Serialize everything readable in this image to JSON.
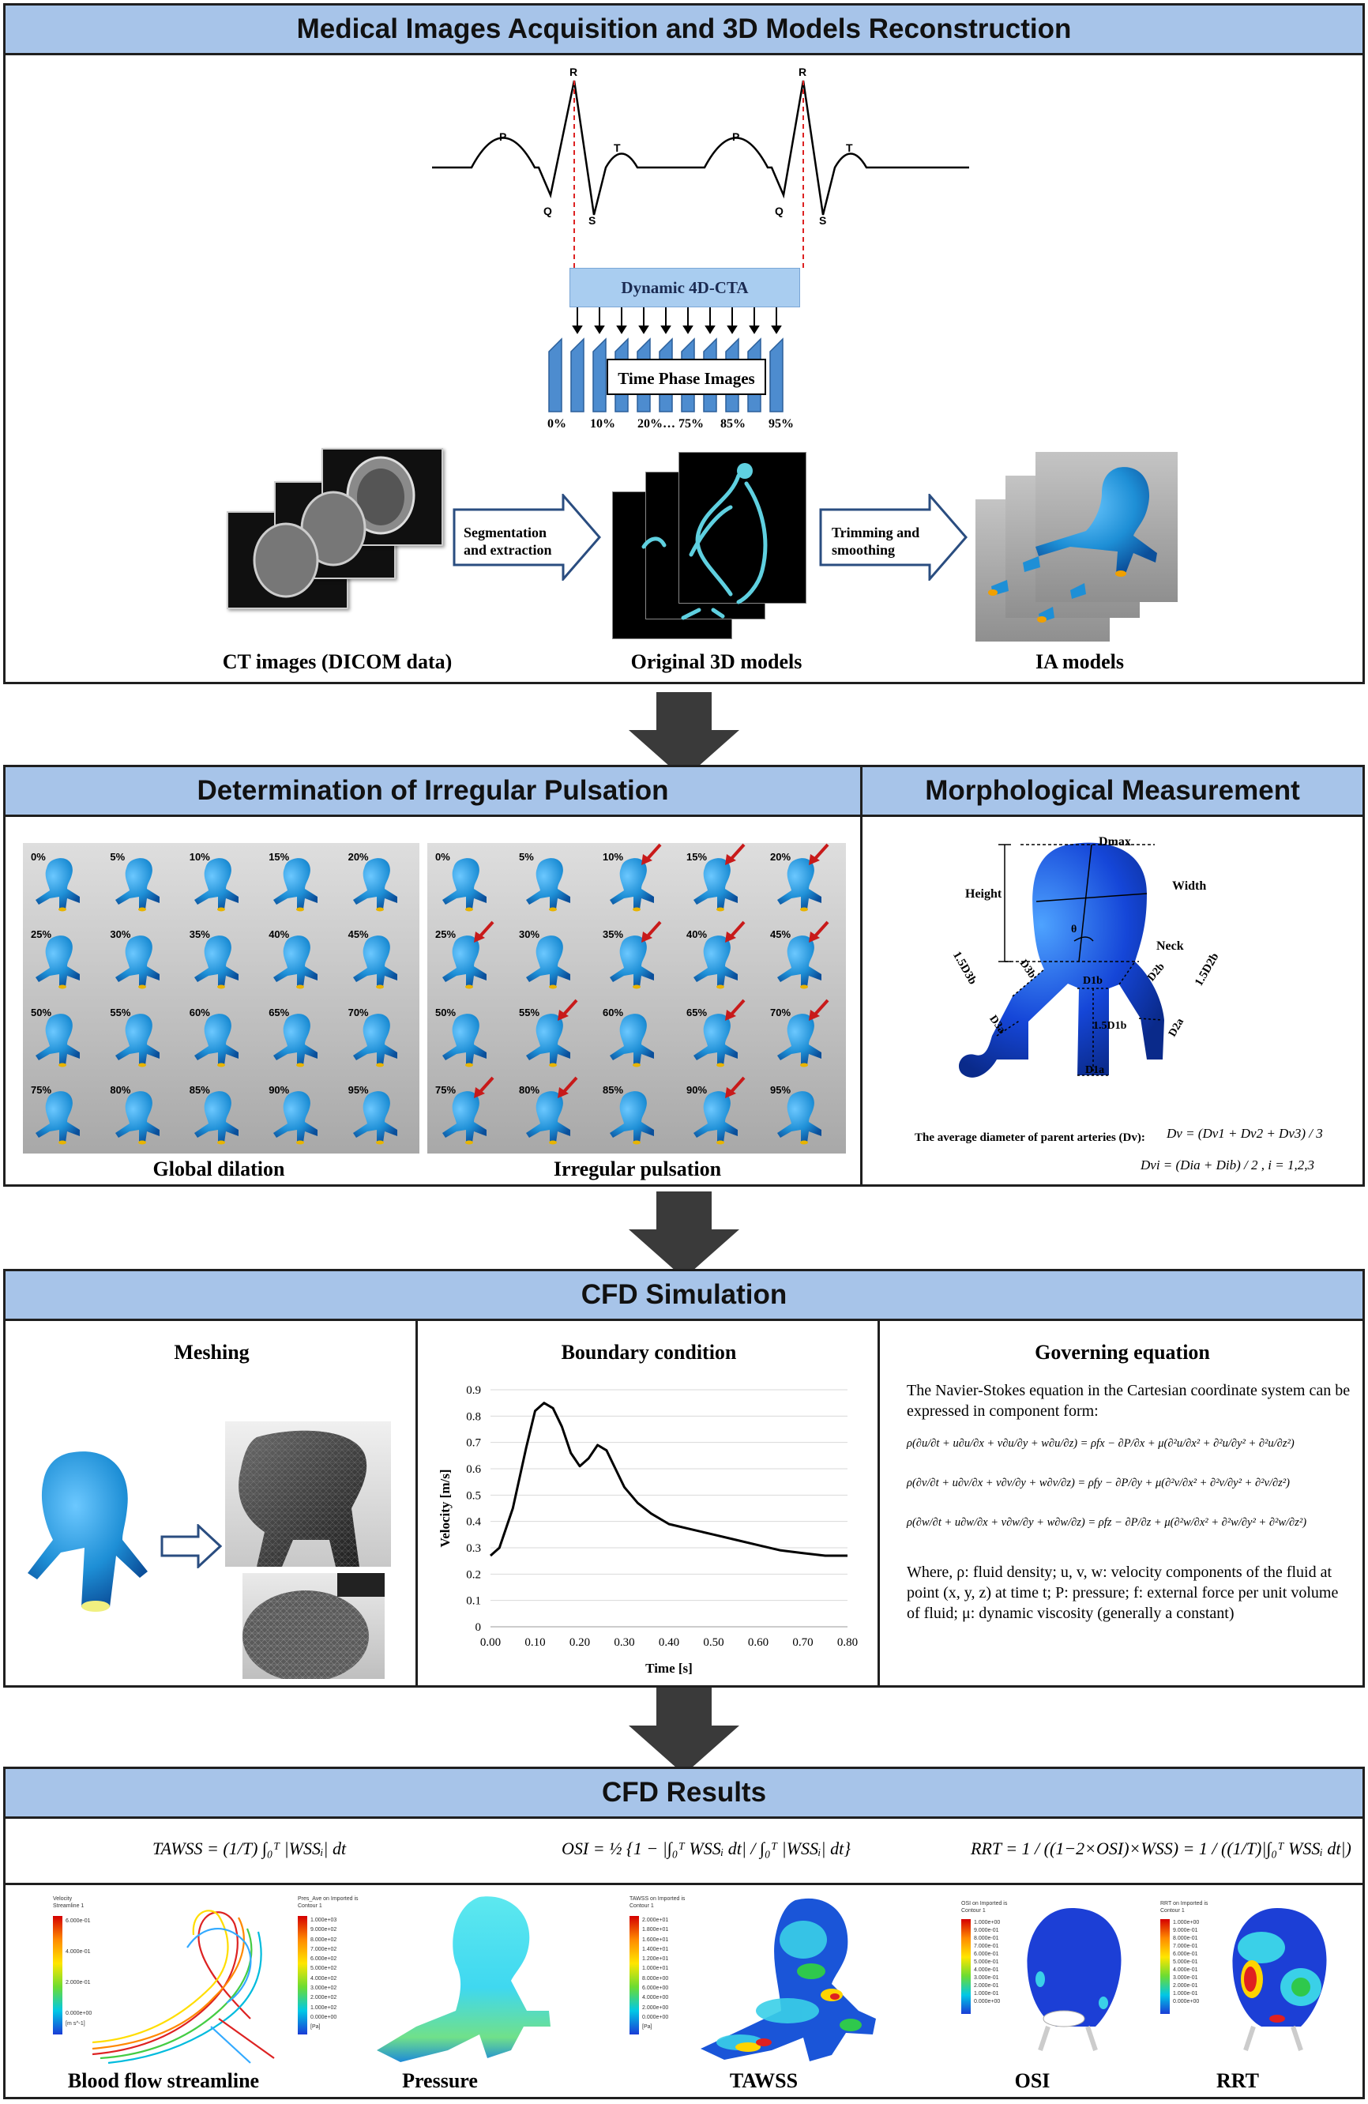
{
  "section1": {
    "title": "Medical Images Acquisition and 3D Models Reconstruction",
    "ecg_labels": [
      "P",
      "R",
      "Q",
      "S",
      "T",
      "P",
      "R",
      "Q",
      "S",
      "T"
    ],
    "dynamic_label": "Dynamic 4D-CTA",
    "time_phase_label": "Time Phase Images",
    "phase_percent": [
      "0%",
      "10%",
      "20%… 75%",
      "85%",
      "95%"
    ],
    "arrow1": "Segmentation\nand extraction",
    "arrow2": "Trimming and\nsmoothing",
    "cap_ct": "CT images (DICOM data)",
    "cap_orig": "Original 3D models",
    "cap_ia": "IA models"
  },
  "section2": {
    "title_left": "Determination of Irregular Pulsation",
    "title_right": "Morphological Measurement",
    "phases": [
      "0%",
      "5%",
      "10%",
      "15%",
      "20%",
      "25%",
      "30%",
      "35%",
      "40%",
      "45%",
      "50%",
      "55%",
      "60%",
      "65%",
      "70%",
      "75%",
      "80%",
      "85%",
      "90%",
      "95%"
    ],
    "cap_global": "Global dilation",
    "cap_irregular": "Irregular pulsation",
    "morph_labels": {
      "dmax": "Dmax",
      "height": "Height",
      "width": "Width",
      "neck": "Neck",
      "theta": "θ",
      "l15d3b": "1.5D3b",
      "d3b": "D3b",
      "d3a": "D3a",
      "d1b": "D1b",
      "l15d1b": "1.5D1b",
      "d1a": "D1a",
      "d2b": "D2b",
      "l15d2b": "1.5D2b",
      "d2a": "D2a"
    },
    "avg_label": "The average diameter of parent arteries (Dv):",
    "eq_dv": "Dv = (Dv1 + Dv2 + Dv3) / 3",
    "eq_dvi": "Dvi = (Dia + Dib) / 2 , i = 1,2,3"
  },
  "section3": {
    "title": "CFD Simulation",
    "meshing": "Meshing",
    "boundary": "Boundary condition",
    "governing": "Governing equation",
    "gov_intro": "The Navier-Stokes equation in the Cartesian coordinate system can be expressed in component form:",
    "eq1": "ρ(∂u/∂t + u∂u/∂x + v∂u/∂y + w∂u/∂z) = ρfx − ∂P/∂x + μ(∂²u/∂x² + ∂²u/∂y² + ∂²u/∂z²)",
    "eq2": "ρ(∂v/∂t + u∂v/∂x + v∂v/∂y + w∂v/∂z) = ρfy − ∂P/∂y + μ(∂²v/∂x² + ∂²v/∂y² + ∂²v/∂z²)",
    "eq3": "ρ(∂w/∂t + u∂w/∂x + v∂w/∂y + w∂w/∂z) = ρfz − ∂P/∂z + μ(∂²w/∂x² + ∂²w/∂y² + ∂²w/∂z²)",
    "gov_where": "Where, ρ: fluid density; u, v, w: velocity components of the fluid at point (x, y, z) at time t; P: pressure; f: external force per unit volume of fluid; μ: dynamic viscosity (generally a constant)"
  },
  "chart_data": {
    "type": "line",
    "xlabel": "Time [s]",
    "ylabel": "Velocity [m/s]",
    "xlim": [
      0,
      0.8
    ],
    "ylim": [
      0,
      0.9
    ],
    "xticks": [
      "0.00",
      "0.10",
      "0.20",
      "0.30",
      "0.40",
      "0.50",
      "0.60",
      "0.70",
      "0.80"
    ],
    "yticks": [
      "0",
      "0.1",
      "0.2",
      "0.3",
      "0.4",
      "0.5",
      "0.6",
      "0.7",
      "0.8",
      "0.9"
    ],
    "grid": true,
    "x": [
      0.0,
      0.02,
      0.05,
      0.08,
      0.1,
      0.12,
      0.14,
      0.16,
      0.18,
      0.2,
      0.22,
      0.24,
      0.26,
      0.28,
      0.3,
      0.33,
      0.36,
      0.4,
      0.45,
      0.5,
      0.55,
      0.6,
      0.65,
      0.7,
      0.75,
      0.8
    ],
    "y": [
      0.27,
      0.3,
      0.45,
      0.68,
      0.82,
      0.85,
      0.83,
      0.76,
      0.66,
      0.61,
      0.64,
      0.69,
      0.67,
      0.6,
      0.53,
      0.47,
      0.43,
      0.39,
      0.37,
      0.35,
      0.33,
      0.31,
      0.29,
      0.28,
      0.27,
      0.27
    ]
  },
  "section4": {
    "title": "CFD Results",
    "eq_tawss": "TAWSS = (1/T) ∫₀ᵀ |WSSᵢ| dt",
    "eq_osi": "OSI = ½ {1 − |∫₀ᵀ WSSᵢ dt| / ∫₀ᵀ |WSSᵢ| dt}",
    "eq_rrt": "RRT = 1 / ((1−2×OSI)×WSS) = 1 / ((1/T)|∫₀ᵀ WSSᵢ dt|)",
    "caps": [
      "Blood flow streamline",
      "Pressure",
      "TAWSS",
      "OSI",
      "RRT"
    ],
    "legends": [
      {
        "title": "Velocity\nStreamline 1",
        "vals": "6.000e-01\n\n\n4.000e-01\n\n\n2.000e-01\n\n\n0.000e+00\n[m s^-1]"
      },
      {
        "title": "Pres_Ave on Imported is\nContour 1",
        "vals": "1.000e+03\n9.000e+02\n8.000e+02\n7.000e+02\n6.000e+02\n5.000e+02\n4.000e+02\n3.000e+02\n2.000e+02\n1.000e+02\n0.000e+00\n[Pa]"
      },
      {
        "title": "TAWSS on Imported is\nContour 1",
        "vals": "2.000e+01\n1.800e+01\n1.600e+01\n1.400e+01\n1.200e+01\n1.000e+01\n8.000e+00\n6.000e+00\n4.000e+00\n2.000e+00\n0.000e+00\n[Pa]"
      },
      {
        "title": "OSI on Imported is\nContour 1",
        "vals": "1.000e+00\n9.000e-01\n8.000e-01\n7.000e-01\n6.000e-01\n5.000e-01\n4.000e-01\n3.000e-01\n2.000e-01\n1.000e-01\n0.000e+00"
      },
      {
        "title": "RRT on Imported is\nContour 1",
        "vals": "1.000e+00\n9.000e-01\n8.000e-01\n7.000e-01\n6.000e-01\n5.000e-01\n4.000e-01\n3.000e-01\n2.000e-01\n1.000e-01\n0.000e+00"
      }
    ]
  },
  "colors": {
    "header": "#a7c4e9",
    "vessel": "#1e8fd6",
    "arrow": "#3a3a3a",
    "dashed": "#d22"
  }
}
